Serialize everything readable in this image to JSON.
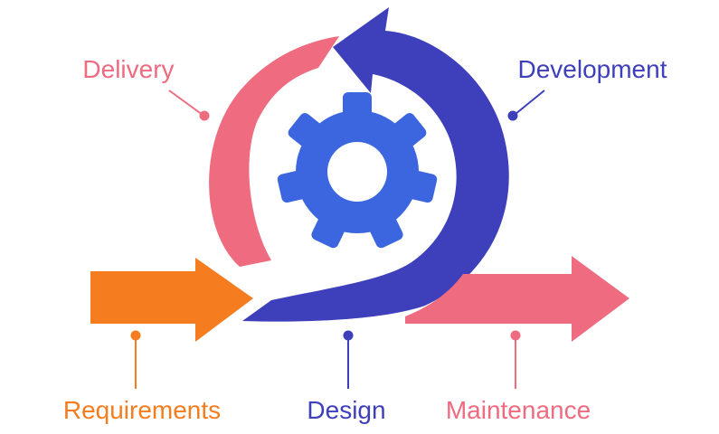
{
  "colors": {
    "orange": "#F57C1F",
    "pink": "#EE6B80",
    "indigo": "#3E3FBA",
    "gear_blue": "#3B66E0"
  },
  "stages": {
    "delivery": {
      "label": "Delivery",
      "color": "#EE6B80"
    },
    "development": {
      "label": "Development",
      "color": "#3E3FBA"
    },
    "requirements": {
      "label": "Requirements",
      "color": "#F57C1F"
    },
    "design": {
      "label": "Design",
      "color": "#3E3FBA"
    },
    "maintenance": {
      "label": "Maintenance",
      "color": "#EE6B80"
    }
  },
  "icons": {
    "center": "gear-icon"
  }
}
